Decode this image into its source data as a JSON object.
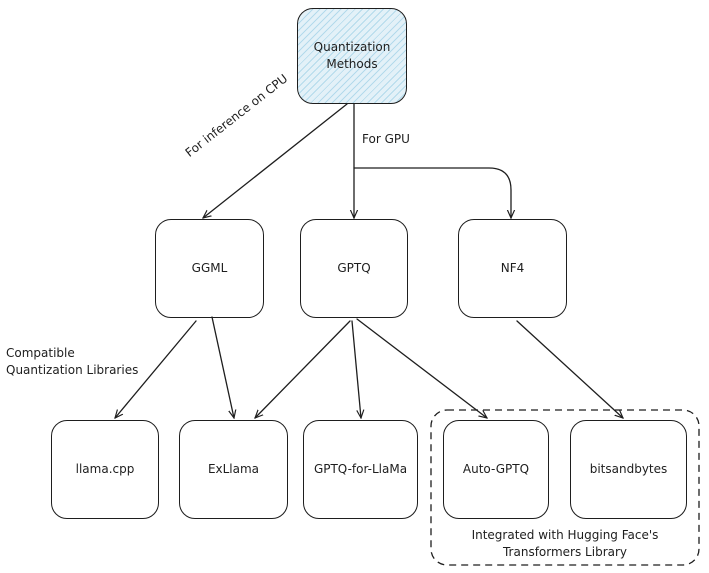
{
  "nodes": {
    "root": "Quantization\nMethods",
    "ggml": "GGML",
    "gptq": "GPTQ",
    "nf4": "NF4",
    "llama_cpp": "llama.cpp",
    "exllama": "ExLlama",
    "gptq_for_llama": "GPTQ-for-LlaMa",
    "auto_gptq": "Auto-GPTQ",
    "bitsandbytes": "bitsandbytes"
  },
  "edge_labels": {
    "cpu": "For inference on CPU",
    "gpu": "For GPU",
    "compatible": "Compatible\nQuantization Libraries"
  },
  "group": {
    "label": "Integrated with Hugging Face's\nTransformers Library"
  },
  "colors": {
    "stroke": "#1e1e1e",
    "root_fill": "#e3f1f8",
    "root_hatch": "#78bedc"
  }
}
